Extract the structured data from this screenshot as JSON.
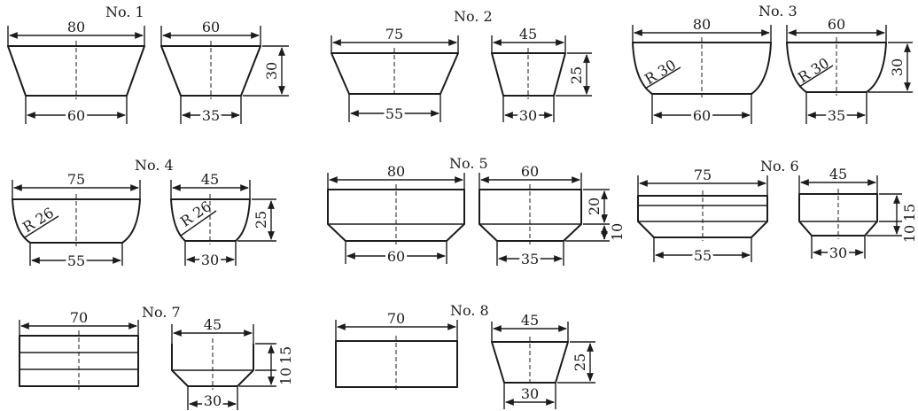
{
  "figures": [
    {
      "id": "no1",
      "label": "No. 1",
      "side": {
        "top": "80",
        "bottom": "60"
      },
      "front": {
        "top": "60",
        "bottom": "35",
        "height": "30"
      }
    },
    {
      "id": "no2",
      "label": "No. 2",
      "side": {
        "top": "75",
        "bottom": "55"
      },
      "front": {
        "top": "45",
        "bottom": "30",
        "height": "25"
      }
    },
    {
      "id": "no3",
      "label": "No. 3",
      "side": {
        "top": "80",
        "bottom": "60",
        "radius": "R 30"
      },
      "front": {
        "top": "60",
        "bottom": "35",
        "radius": "R 30",
        "height": "30"
      }
    },
    {
      "id": "no4",
      "label": "No. 4",
      "side": {
        "top": "75",
        "bottom": "55",
        "radius": "R 26"
      },
      "front": {
        "top": "45",
        "bottom": "30",
        "radius": "R 26",
        "height": "25"
      }
    },
    {
      "id": "no5",
      "label": "No. 5",
      "side": {
        "top": "80",
        "bottom": "60"
      },
      "front": {
        "top": "60",
        "bottom": "35",
        "height_upper": "20",
        "height_lower": "10"
      }
    },
    {
      "id": "no6",
      "label": "No. 6",
      "side": {
        "top": "75",
        "bottom": "55"
      },
      "front": {
        "top": "45",
        "bottom": "30",
        "height_lower": "10",
        "height_total": "15"
      }
    },
    {
      "id": "no7",
      "label": "No. 7",
      "side": {
        "top": "70"
      },
      "front": {
        "top": "45",
        "bottom": "30",
        "height_lower": "10",
        "height_total": "15"
      }
    },
    {
      "id": "no8",
      "label": "No. 8",
      "side": {
        "top": "70"
      },
      "front": {
        "top": "45",
        "bottom": "30",
        "height": "25"
      }
    }
  ]
}
